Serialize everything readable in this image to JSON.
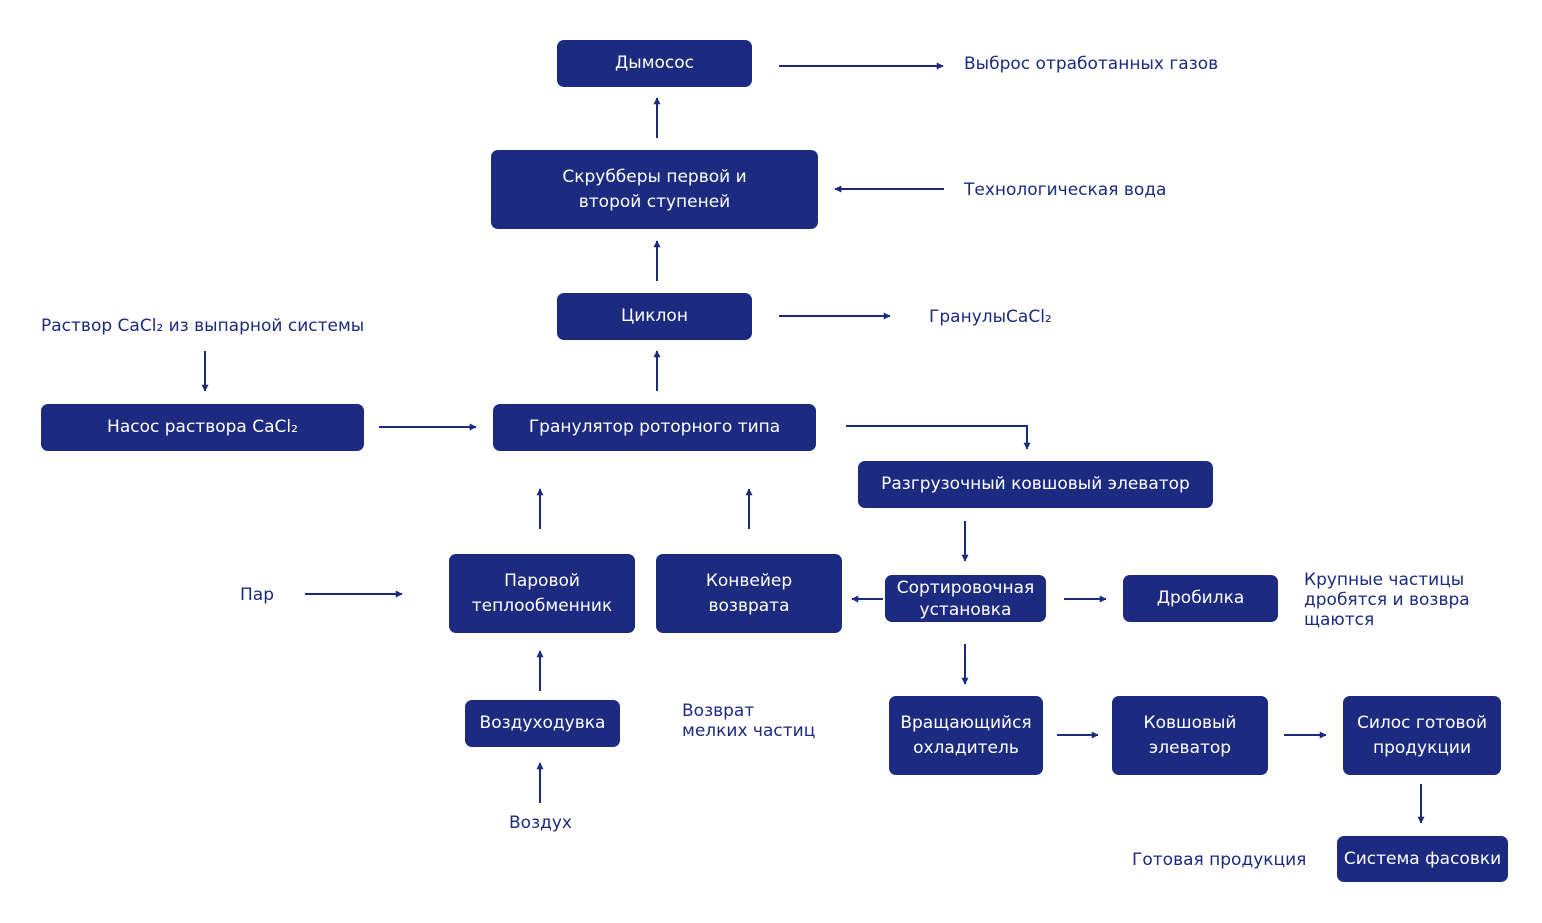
{
  "colors": {
    "box": "#1c2a80",
    "text": "#1c2a80",
    "box_text": "#ffffff"
  },
  "boxes": {
    "exhaust_fan": "Дымосос",
    "scrubbers": "Скрубберы первой и второй ступеней",
    "cyclone": "Циклон",
    "pump": "Насос раствора CaCl₂",
    "granulator": "Гранулятор роторного типа",
    "discharge_elevator": "Разгрузочный ковшовый элеватор",
    "steam_heater": "Паровой теплообменник",
    "return_conveyor": "Конвейер возврата",
    "screening": "Сортировочная установка",
    "crusher": "Дробилка",
    "blower": "Воздуходувка",
    "rotary_cooler": "Вращающийся охладитель",
    "bucket_elevator": "Ковшовый элеватор",
    "product_silo": "Силос готовой продукции",
    "packing": "Система фасовки"
  },
  "labels": {
    "exhaust": "Выброс отработанных газов",
    "process_water": "Технологическая вода",
    "granules": "ГранулыCaCl₂",
    "cacl2_solution": "Раствор CaCl₂ из выпарной системы",
    "steam": "Пар",
    "fines_return": "Возврат мелких частиц",
    "coarse_note": "Крупные частицы дробятся и возвра щаются",
    "air": "Воздух",
    "finished_product": "Готовая продукция"
  }
}
